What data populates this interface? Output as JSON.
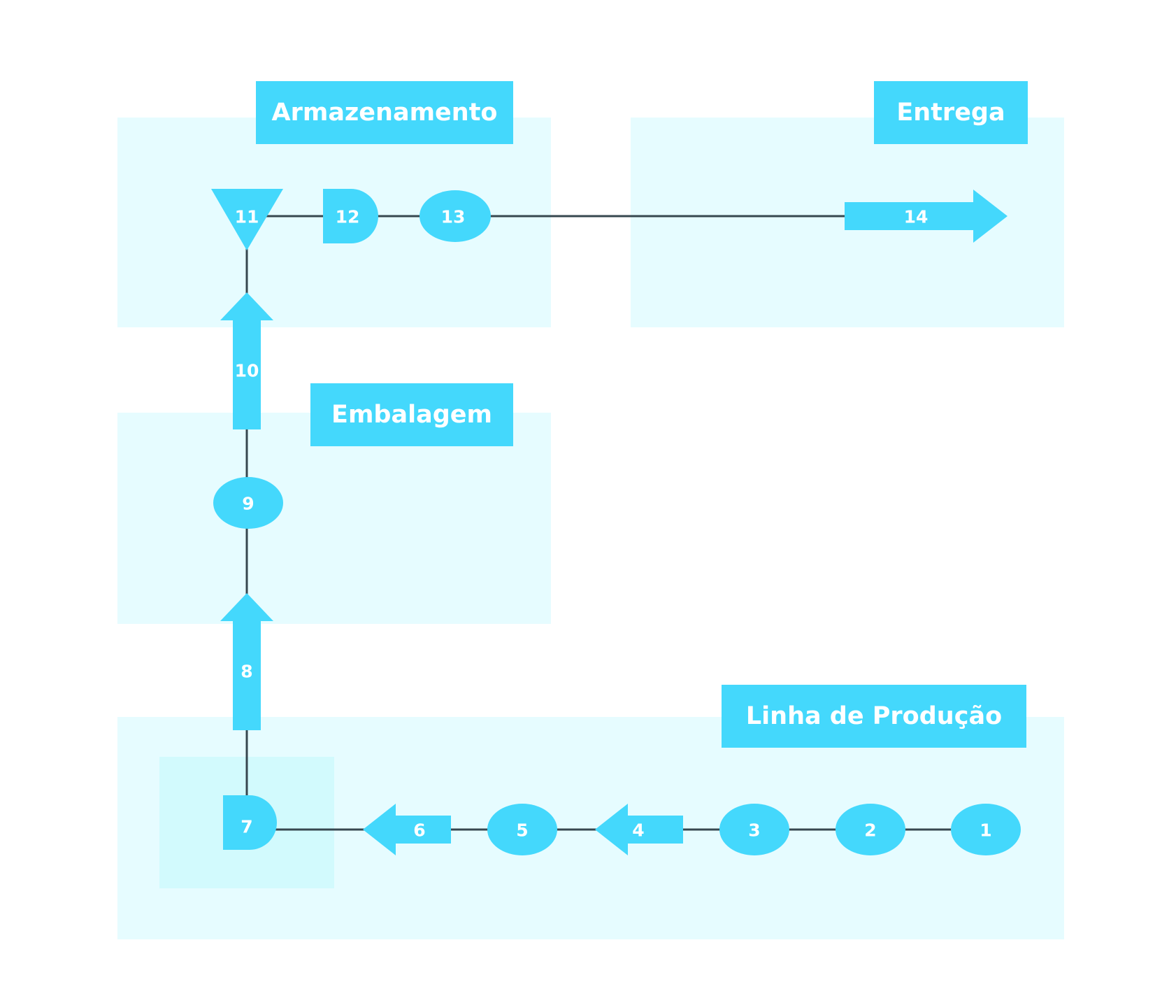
{
  "colors": {
    "zone_fill": "#e6fcff",
    "sub_zone_fill": "#d2fafd",
    "node_fill": "#44d8fc",
    "title_fill": "#44d8fc",
    "connector": "#37474f",
    "text": "#ffffff"
  },
  "zones": {
    "armazenamento": {
      "title": "Armazenamento"
    },
    "entrega": {
      "title": "Entrega"
    },
    "embalagem": {
      "title": "Embalagem"
    },
    "linha_producao": {
      "title": "Linha de Produção"
    }
  },
  "nodes": [
    {
      "id": "n1",
      "label": "1",
      "shape": "ellipse"
    },
    {
      "id": "n2",
      "label": "2",
      "shape": "ellipse"
    },
    {
      "id": "n3",
      "label": "3",
      "shape": "ellipse"
    },
    {
      "id": "n4",
      "label": "4",
      "shape": "arrow-left"
    },
    {
      "id": "n5",
      "label": "5",
      "shape": "ellipse"
    },
    {
      "id": "n6",
      "label": "6",
      "shape": "arrow-left"
    },
    {
      "id": "n7",
      "label": "7",
      "shape": "delay"
    },
    {
      "id": "n8",
      "label": "8",
      "shape": "arrow-up"
    },
    {
      "id": "n9",
      "label": "9",
      "shape": "ellipse"
    },
    {
      "id": "n10",
      "label": "10",
      "shape": "arrow-up"
    },
    {
      "id": "n11",
      "label": "11",
      "shape": "triangle-down"
    },
    {
      "id": "n12",
      "label": "12",
      "shape": "delay"
    },
    {
      "id": "n13",
      "label": "13",
      "shape": "ellipse"
    },
    {
      "id": "n14",
      "label": "14",
      "shape": "arrow-right"
    }
  ],
  "edges": [
    {
      "from": "n1",
      "to": "n2"
    },
    {
      "from": "n2",
      "to": "n3"
    },
    {
      "from": "n3",
      "to": "n4"
    },
    {
      "from": "n4",
      "to": "n5"
    },
    {
      "from": "n5",
      "to": "n6"
    },
    {
      "from": "n6",
      "to": "n7"
    },
    {
      "from": "n7",
      "to": "n8"
    },
    {
      "from": "n8",
      "to": "n9"
    },
    {
      "from": "n9",
      "to": "n10"
    },
    {
      "from": "n10",
      "to": "n11"
    },
    {
      "from": "n11",
      "to": "n12"
    },
    {
      "from": "n12",
      "to": "n13"
    },
    {
      "from": "n13",
      "to": "n14"
    }
  ]
}
